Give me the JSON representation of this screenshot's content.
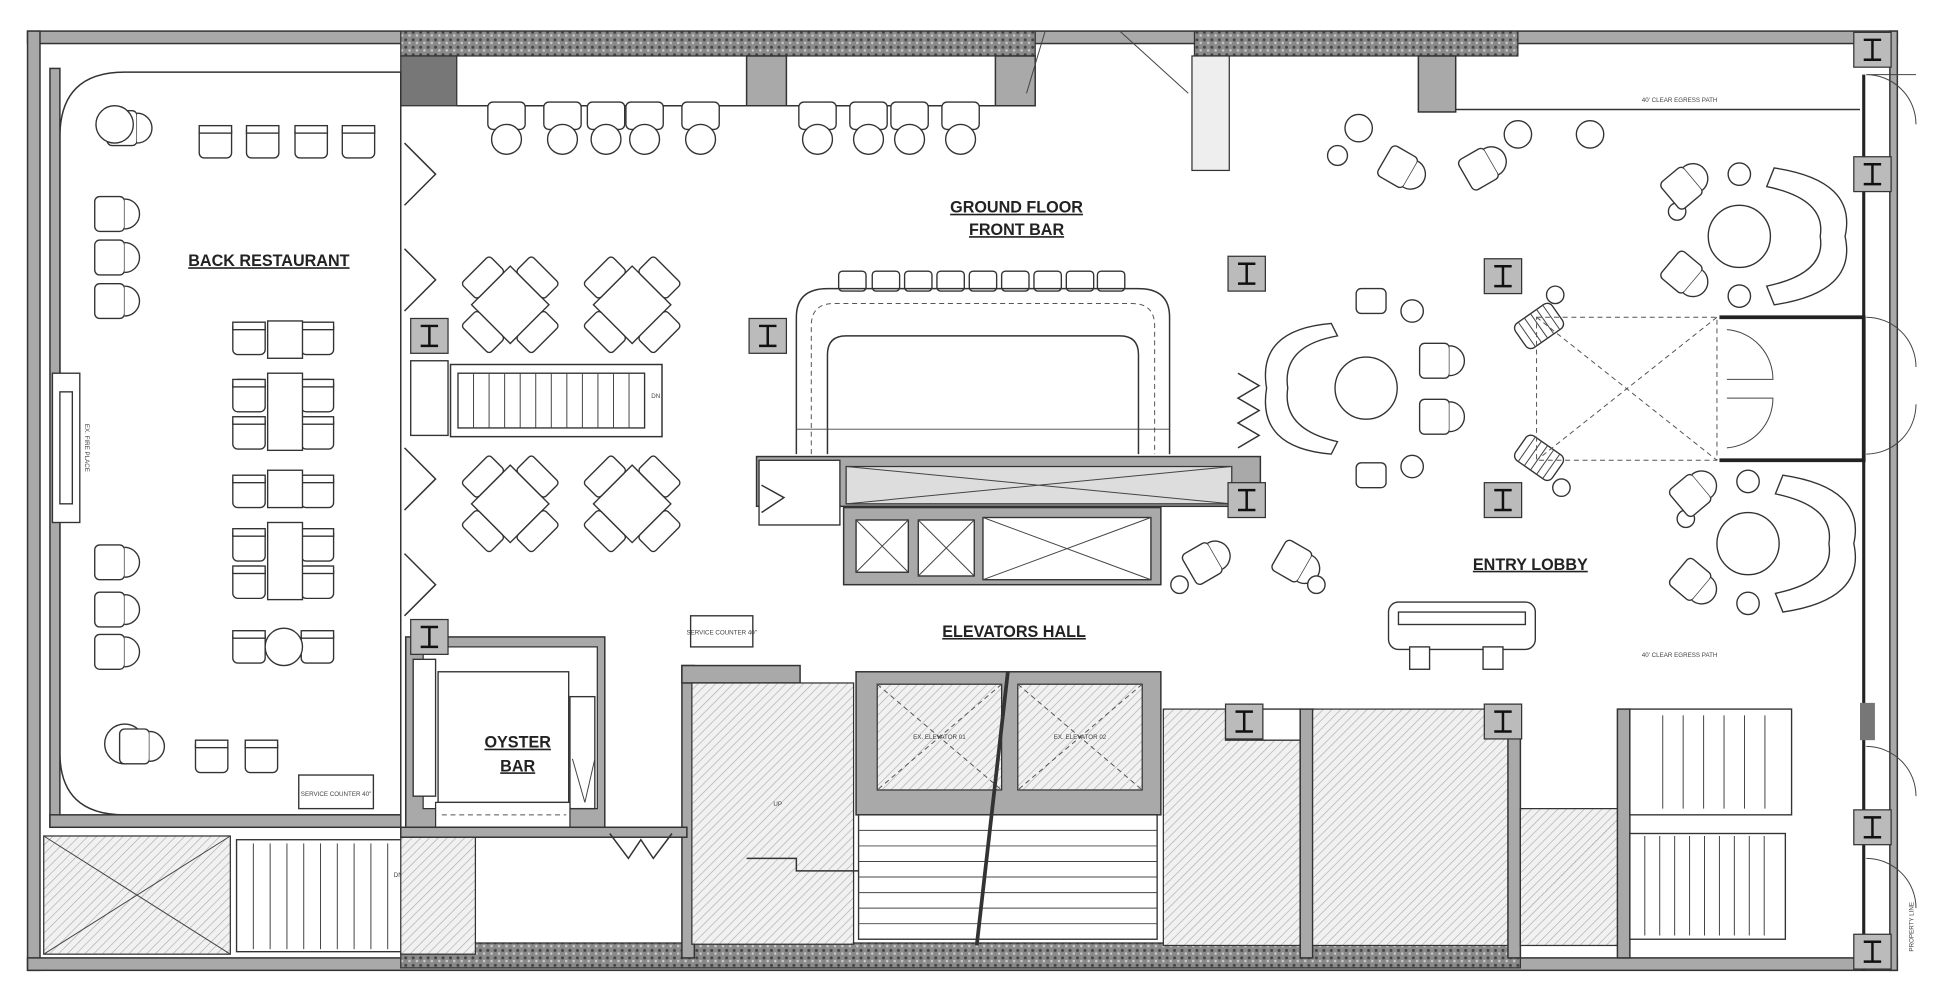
{
  "rooms": {
    "front_bar_line1": "GROUND FLOOR",
    "front_bar_line2": "FRONT BAR",
    "back_restaurant": "BACK RESTAURANT",
    "oyster_bar_line1": "OYSTER",
    "oyster_bar_line2": "BAR",
    "elevators_hall": "ELEVATORS HALL",
    "entry_lobby": "ENTRY  LOBBY"
  },
  "notes": {
    "egress_top": "40' CLEAR EGRESS PATH",
    "egress_bottom": "40' CLEAR EGRESS PATH",
    "elevator_1": "EX. ELEVATOR 01",
    "elevator_2": "EX. ELEVATOR 02",
    "fireplace": "EX. FIRE PLACE",
    "service_counter_1": "SERVICE COUNTER 40\"",
    "service_counter_2": "SERVICE COUNTER 40\"",
    "property_line": "PROPERTY LINE",
    "up": "UP",
    "dn": "DN"
  },
  "colors": {
    "wall": "#a9a9a9",
    "line": "#333333",
    "hatch": "#9a9a9a"
  }
}
